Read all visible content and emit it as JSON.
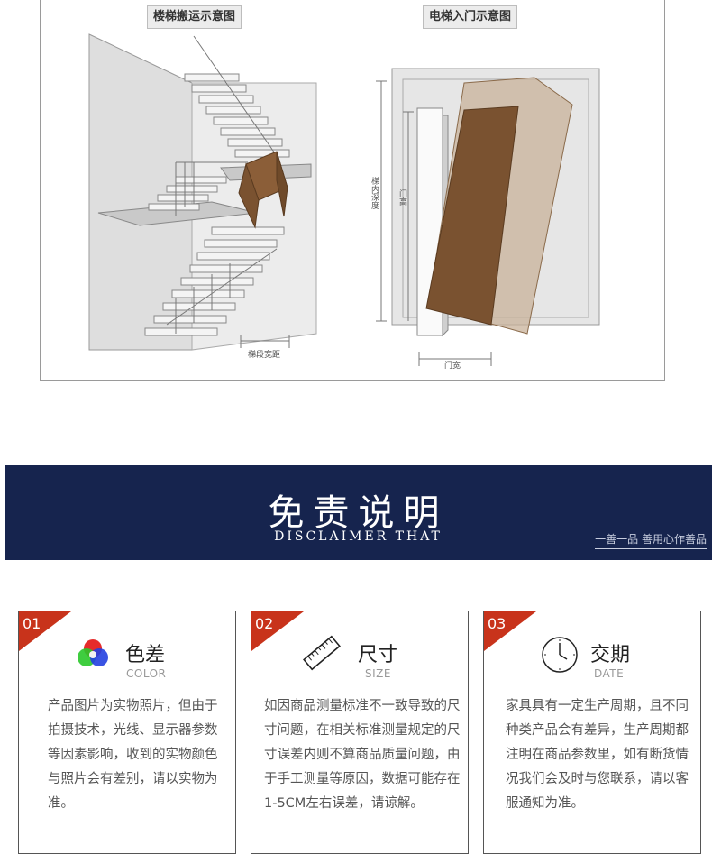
{
  "diagram": {
    "stairs_title": "楼梯搬运示意图",
    "elevator_title": "电梯入门示意图",
    "stair_width_label": "梯段宽距",
    "elevator_depth_label": "梯内深度",
    "door_height_label": "门高",
    "door_width_label": "门宽",
    "colors": {
      "box": "#7a5230",
      "wall": "#d9d9d9"
    }
  },
  "banner": {
    "title": "免责说明",
    "subtitle": "DISCLAIMER THAT",
    "slogan": "一善一品  善用心作善品",
    "background": "#16244e"
  },
  "cards": [
    {
      "number": "01",
      "icon": "color-circles-icon",
      "title": "色差",
      "subtitle": "COLOR",
      "text": "产品图片为实物照片，但由于拍摄技术，光线、显示器参数等因素影响，收到的实物颜色与照片会有差别，请以实物为准。"
    },
    {
      "number": "02",
      "icon": "ruler-icon",
      "title": "尺寸",
      "subtitle": "SIZE",
      "text": "如因商品测量标准不一致导致的尺寸问题，在相关标准测量规定的尺寸误差内则不算商品质量问题，由于手工测量等原因，数据可能存在1-5CM左右误差，请谅解。"
    },
    {
      "number": "03",
      "icon": "clock-icon",
      "title": "交期",
      "subtitle": "DATE",
      "text": "家具具有一定生产周期，且不同种类产品会有差异，生产周期都注明在商品参数里，如有断货情况我们会及时与您联系，请以客服通知为准。"
    }
  ],
  "accent": "#c8331b"
}
